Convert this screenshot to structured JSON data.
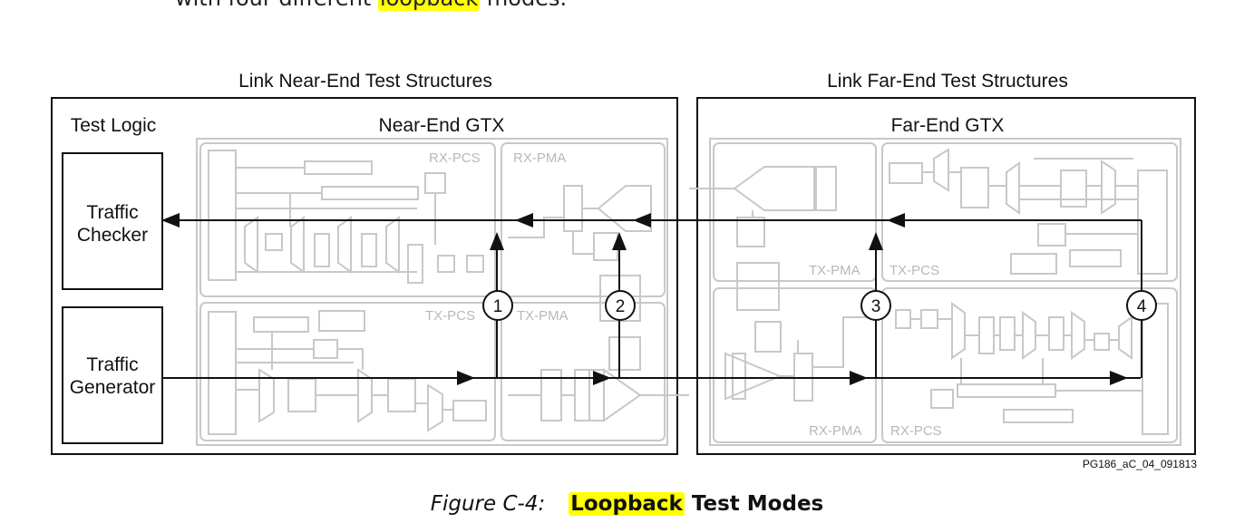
{
  "intro": {
    "prefix": "with four different ",
    "highlight": "loopback",
    "suffix": " modes."
  },
  "sections": {
    "near_end": "Link Near-End Test Structures",
    "far_end": "Link Far-End Test Structures"
  },
  "near_box": {
    "test_logic": "Test Logic",
    "gtx_title": "Near-End GTX"
  },
  "far_box": {
    "gtx_title": "Far-End GTX"
  },
  "blocks": {
    "checker": [
      "Traffic",
      "Checker"
    ],
    "generator": [
      "Traffic",
      "Generator"
    ],
    "near_rx_pcs": "RX-PCS",
    "near_rx_pma": "RX-PMA",
    "near_tx_pcs": "TX-PCS",
    "near_tx_pma": "TX-PMA",
    "far_tx_pma": "TX-PMA",
    "far_tx_pcs": "TX-PCS",
    "far_rx_pma": "RX-PMA",
    "far_rx_pcs": "RX-PCS"
  },
  "loopbacks": [
    "1",
    "2",
    "3",
    "4"
  ],
  "figure_id": "PG186_aC_04_091813",
  "caption": {
    "label": "Figure C-4:",
    "highlight": "Loopback",
    "rest": " Test Modes"
  },
  "colors": {
    "highlight": "#ffff00",
    "faint": "#c8c8c8",
    "ink": "#111111"
  }
}
